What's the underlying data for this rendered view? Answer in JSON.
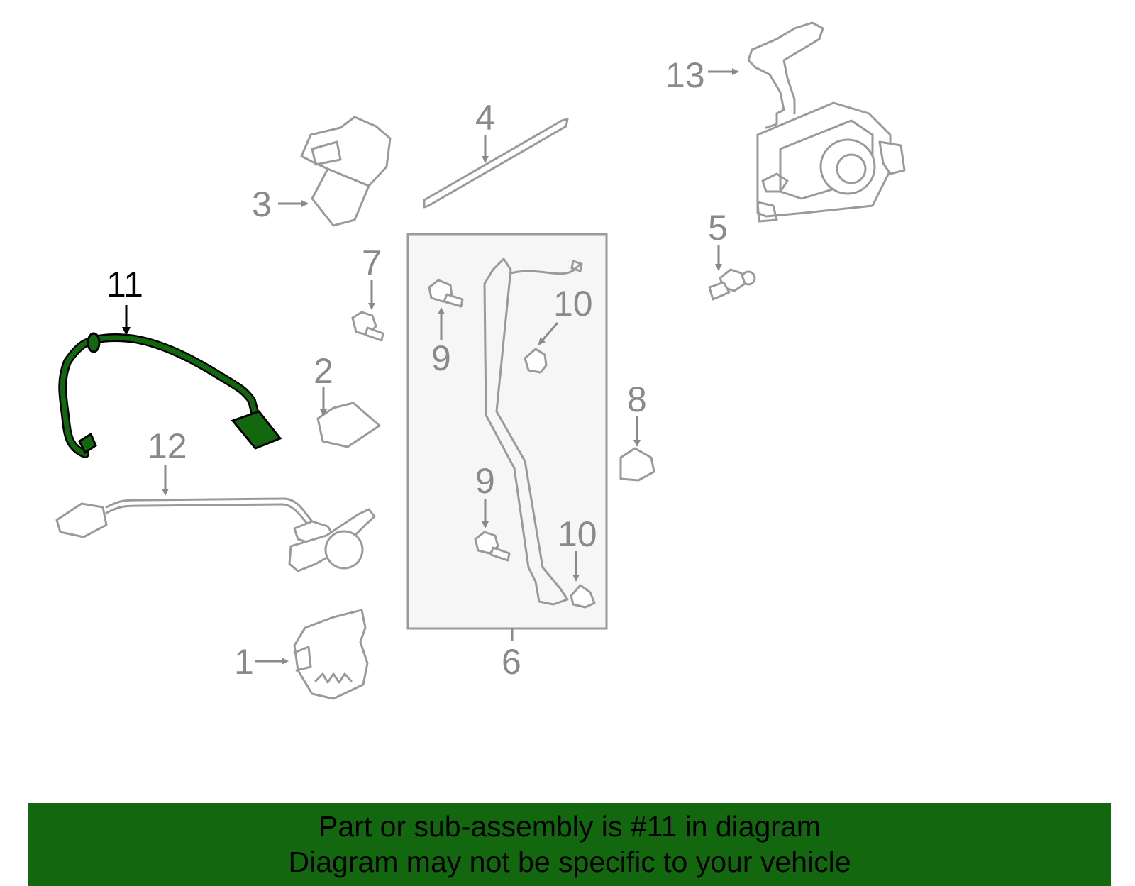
{
  "diagram": {
    "callouts": {
      "c1": "1",
      "c2": "2",
      "c3": "3",
      "c4": "4",
      "c5": "5",
      "c6": "6",
      "c7": "7",
      "c8": "8",
      "c9a": "9",
      "c9b": "9",
      "c10a": "10",
      "c10b": "10",
      "c11": "11",
      "c12": "12",
      "c13": "13"
    },
    "highlighted_part": "11",
    "colors": {
      "highlight": "#13670f",
      "outline": "#9a9a9a",
      "banner": "#13670f"
    }
  },
  "banner": {
    "line1": "Part or sub-assembly is #11 in diagram",
    "line2": "Diagram may not be specific to your vehicle"
  }
}
